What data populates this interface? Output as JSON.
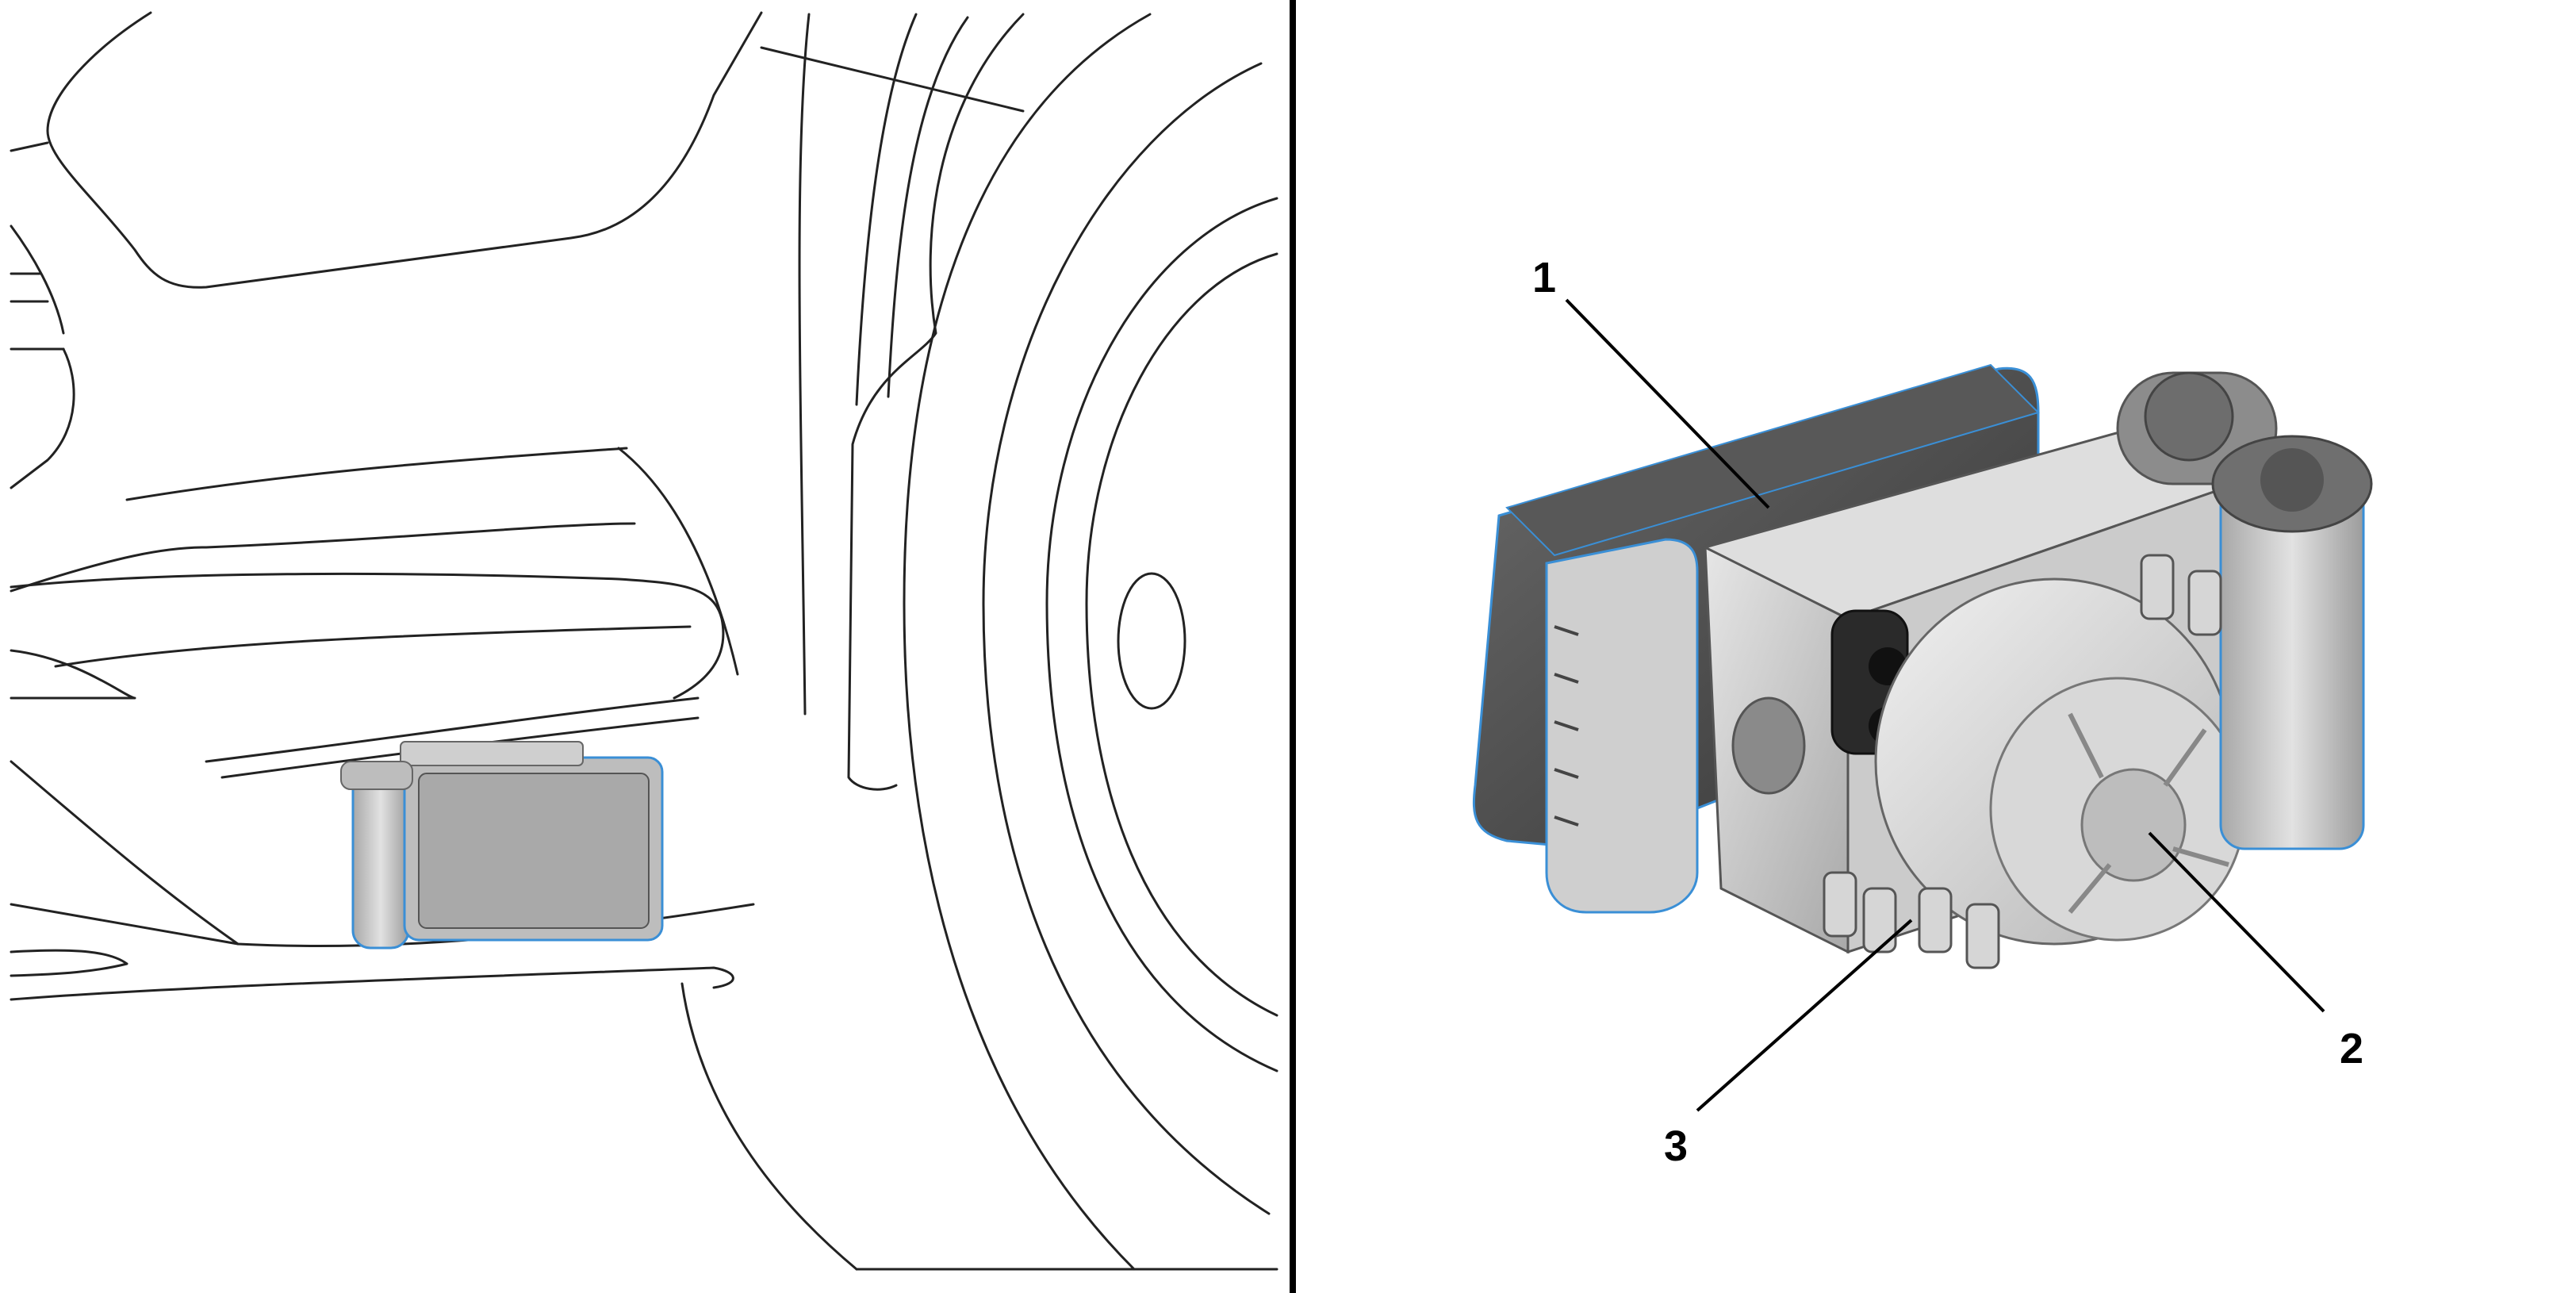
{
  "callouts": [
    {
      "number": "1"
    },
    {
      "number": "2"
    },
    {
      "number": "3"
    }
  ],
  "colors": {
    "line_art": "#222222",
    "module_highlight": "#3a8fd6",
    "module_body": "#c8c8c8",
    "module_dark": "#4a4a4a",
    "divider": "#000000"
  },
  "icons": {
    "divider": "vertical-divider-line"
  }
}
